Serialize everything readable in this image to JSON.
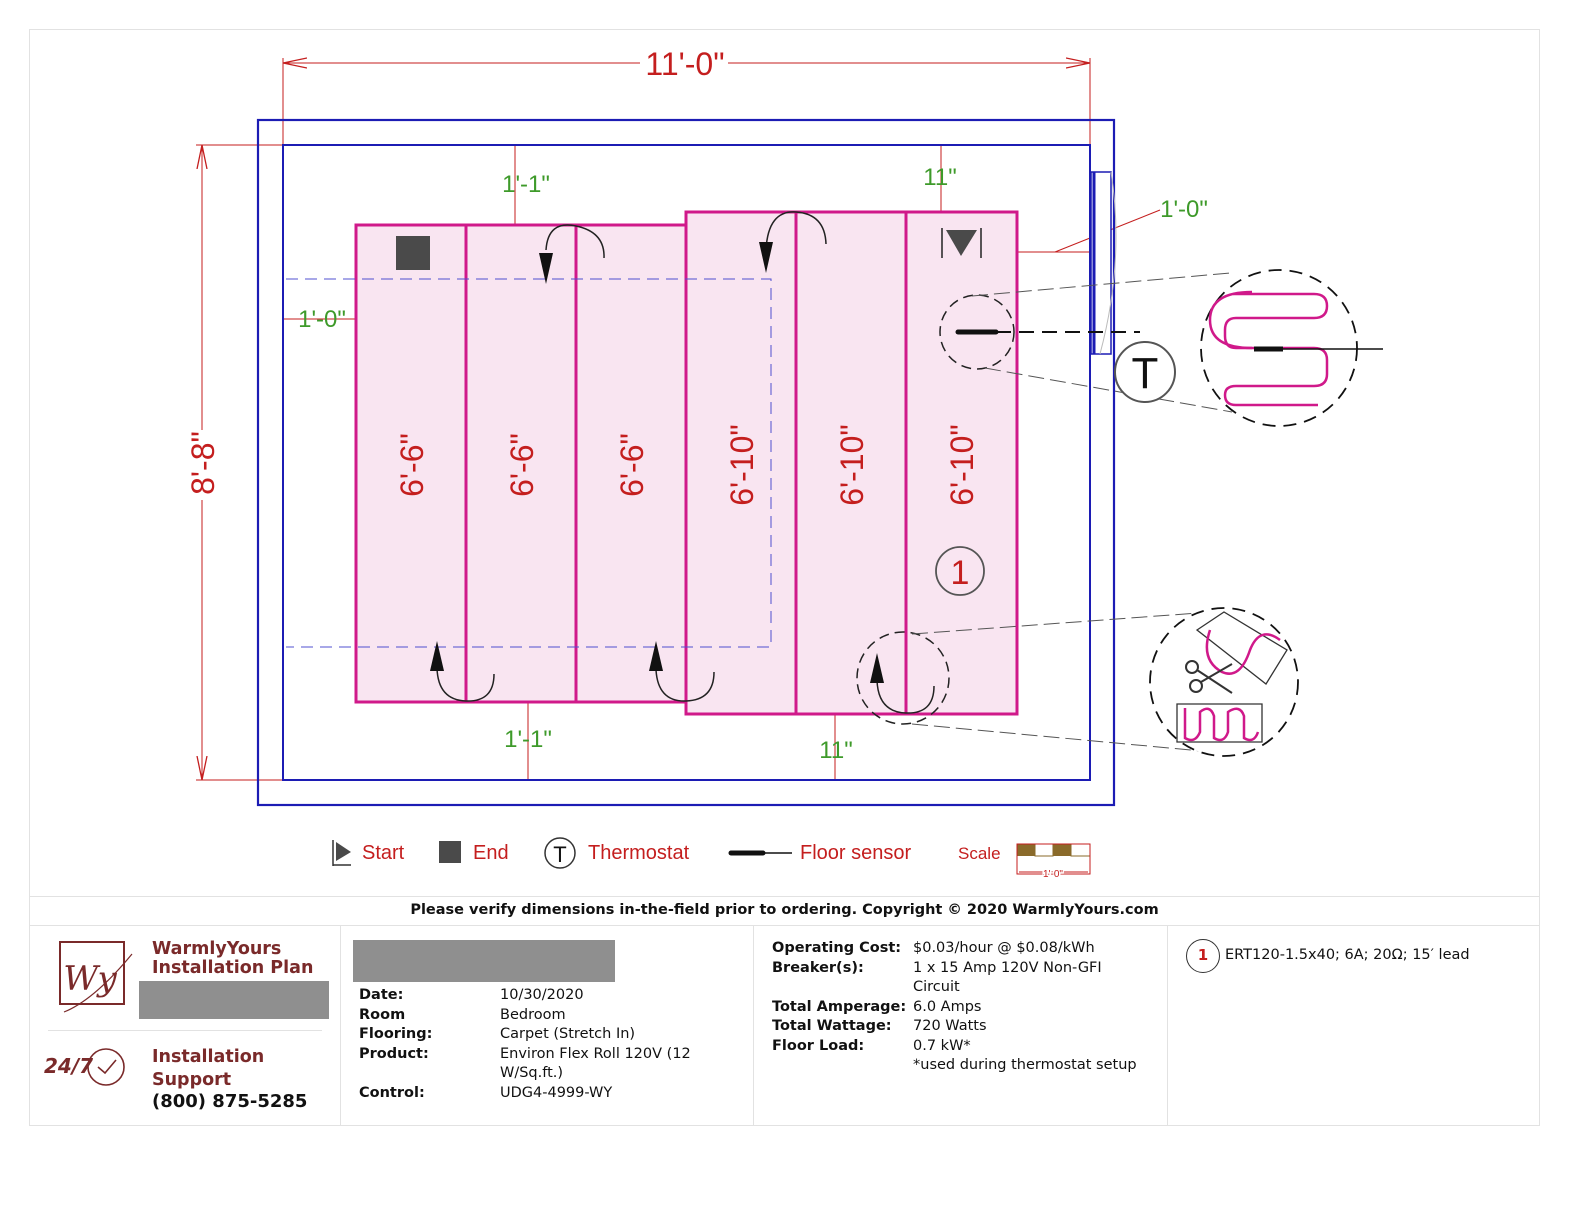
{
  "dimensions": {
    "overall_width": "11'-0\"",
    "overall_height": "8'-8\"",
    "top_gap_left": "1'-1\"",
    "top_gap_right": "11\"",
    "bottom_gap_left": "1'-1\"",
    "bottom_gap_right": "11\"",
    "left_offset": "1'-0\"",
    "sensor_offset": "1'-0\""
  },
  "strips": [
    "6'-6\"",
    "6'-6\"",
    "6'-6\"",
    "6'-10\"",
    "6'-10\"",
    "6'-10\""
  ],
  "thermostat_symbol": "T",
  "circuit_marker": "1",
  "legend": {
    "start": "Start",
    "end": "End",
    "thermostat": "Thermostat",
    "thermostat_symbol": "T",
    "floor_sensor": "Floor sensor",
    "scale": "Scale",
    "scale_value": "1'-0\""
  },
  "colors": {
    "mat_stroke": "#d0198a",
    "mat_fill": "#f9e5f1",
    "wall": "#1c1cb4",
    "dim_red": "#c41e1e",
    "dim_green": "#3e9a2a",
    "brand": "#7a2a2a"
  },
  "notice": "Please verify dimensions in-the-field prior to ordering. Copyright © 2020 WarmlyYours.com",
  "brand": {
    "logo_letters": "Wy",
    "title_line1": "WarmlyYours",
    "title_line2": "Installation Plan",
    "support_badge": "24/7",
    "support_line1": "Installation",
    "support_line2": "Support",
    "phone": "(800) 875-5285"
  },
  "project": [
    {
      "label": "Date:",
      "value": "10/30/2020"
    },
    {
      "label": "Room",
      "value": "Bedroom"
    },
    {
      "label": "Flooring:",
      "value": "Carpet (Stretch In)"
    },
    {
      "label": "Product:",
      "value": "Environ Flex Roll 120V (12",
      "value2": "W/Sq.ft.)"
    },
    {
      "label": "Control:",
      "value": "UDG4-4999-WY"
    }
  ],
  "electrical": [
    {
      "label": "Operating Cost:",
      "value": "$0.03/hour @ $0.08/kWh"
    },
    {
      "label": "Breaker(s):",
      "value": "1 x 15 Amp 120V Non-GFI",
      "value2": "Circuit"
    },
    {
      "label": "Total Amperage:",
      "value": "6.0 Amps"
    },
    {
      "label": "Total Wattage:",
      "value": "720 Watts"
    },
    {
      "label": "Floor Load:",
      "value": "0.7 kW*",
      "value2": "*used during thermostat setup"
    }
  ],
  "circuit": {
    "number": "1",
    "description": "ERT120-1.5x40; 6A; 20Ω; 15′ lead"
  }
}
